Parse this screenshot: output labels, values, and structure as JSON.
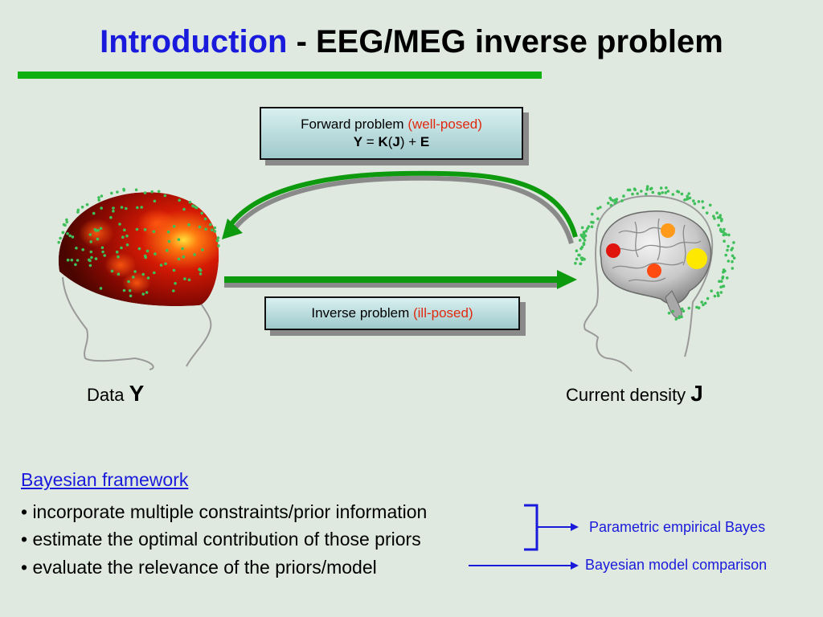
{
  "title": {
    "part1": "Introduction",
    "part2": " - ",
    "part3": "EEG/MEG inverse problem"
  },
  "forward_box": {
    "line1_text": "Forward problem ",
    "line1_highlight": "(well-posed)",
    "y": "Y",
    "eq1": " = ",
    "k": "K",
    "open": "(",
    "j": "J",
    "close": ")",
    "plus": " + ",
    "e": "E"
  },
  "inverse_box": {
    "text": "Inverse problem ",
    "highlight": "(ill-posed)"
  },
  "data_label": {
    "text": "Data ",
    "symbol": "Y"
  },
  "current_density_label": {
    "text": "Current density ",
    "symbol": "J"
  },
  "bayesian": {
    "heading": "Bayesian framework",
    "bullets": [
      "• incorporate multiple constraints/prior information",
      "• estimate the optimal contribution of those priors",
      "• evaluate the relevance of the priors/model"
    ],
    "peb_label": "Parametric empirical Bayes",
    "bmc_label": "Bayesian model comparison"
  },
  "colors": {
    "title_blue": "#1a1adc",
    "rule_green": "#11b011",
    "highlight_red": "#e0290f",
    "label_blue": "#1a1adc"
  }
}
